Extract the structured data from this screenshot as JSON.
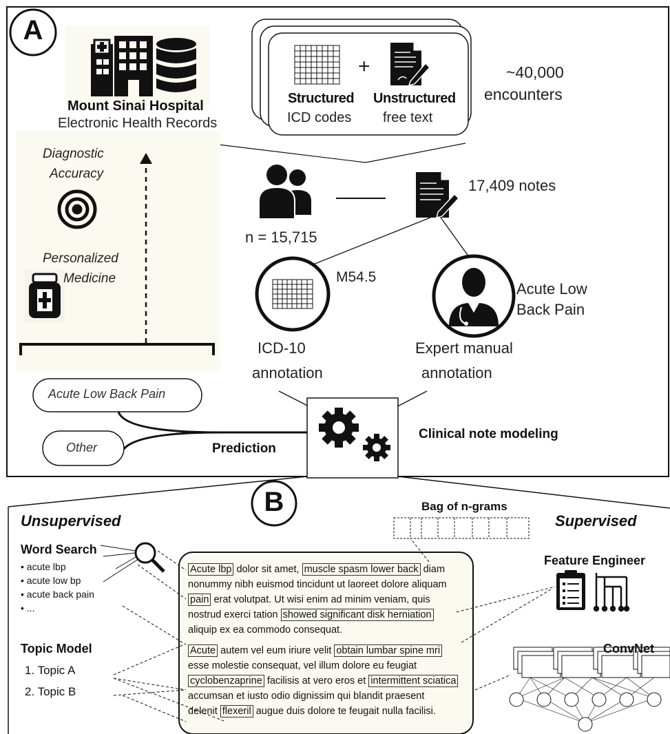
{
  "panel_a": {
    "label": "A",
    "hospital_name": "Mount Sinai Hospital",
    "hospital_subtitle": "Electronic Health Records",
    "structured_title": "Structured",
    "structured_sub": "ICD codes",
    "plus": "+",
    "unstructured_title": "Unstructured",
    "unstructured_sub": "free text",
    "encounters_count": "~40,000",
    "encounters_label": "encounters",
    "patients_count": "n = 15,715",
    "notes_count": "17,409 notes",
    "diagnostic_accuracy": [
      "Diagnostic",
      "Accuracy"
    ],
    "personalized_medicine": [
      "Personalized",
      "Medicine"
    ],
    "icd_code": "M54.5",
    "icd_annotation": [
      "ICD-10",
      "annotation"
    ],
    "expert_label": [
      "Acute Low",
      "Back Pain"
    ],
    "expert_annotation": [
      "Expert manual",
      "annotation"
    ],
    "outcome_1": "Acute Low Back Pain",
    "outcome_2": "Other",
    "prediction": "Prediction",
    "clinical_note_modeling": "Clinical note modeling"
  },
  "panel_b": {
    "label": "B",
    "unsupervised": "Unsupervised",
    "supervised": "Supervised",
    "bag_of_ngrams": "Bag of n-grams",
    "word_search": {
      "title": "Word Search",
      "items": [
        "• acute lbp",
        "• acute low bp",
        "• acute back pain",
        "• ..."
      ]
    },
    "topic_model": {
      "title": "Topic Model",
      "items": [
        "1.  Topic A",
        "2.  Topic B"
      ]
    },
    "feature_engineer": "Feature Engineer",
    "convnet": "ConvNet",
    "note_lines": [
      [
        {
          "t": "Acute lbp",
          "h": true
        },
        {
          "t": " dolor sit amet, "
        },
        {
          "t": "muscle spasm lower back",
          "h": true
        },
        {
          "t": " diam"
        }
      ],
      [
        {
          "t": "nonummy nibh euismod tincidunt ut laoreet dolore aliquam"
        }
      ],
      [
        {
          "t": "pain",
          "h": true
        },
        {
          "t": " erat volutpat. Ut wisi enim ad minim veniam, quis"
        }
      ],
      [
        {
          "t": "nostrud exerci tation "
        },
        {
          "t": "showed significant disk herniation",
          "h": true
        }
      ],
      [
        {
          "t": "aliquip ex ea commodo consequat."
        }
      ],
      [
        {
          "t": "Acute",
          "h": true
        },
        {
          "t": " autem vel eum iriure velit "
        },
        {
          "t": "obtain lumbar spine mri",
          "h": true
        }
      ],
      [
        {
          "t": "esse molestie consequat, vel illum dolore eu feugiat"
        }
      ],
      [
        {
          "t": "cyclobenzaprine",
          "h": true
        },
        {
          "t": " facilisis at vero eros et "
        },
        {
          "t": "intermittent sciatica",
          "h": true
        }
      ],
      [
        {
          "t": "accumsan et iusto odio dignissim qui blandit praesent"
        }
      ],
      [
        {
          "t": "delenit "
        },
        {
          "t": "flexeril",
          "h": true
        },
        {
          "t": " augue duis dolore te feugait nulla facilisi."
        }
      ]
    ]
  }
}
